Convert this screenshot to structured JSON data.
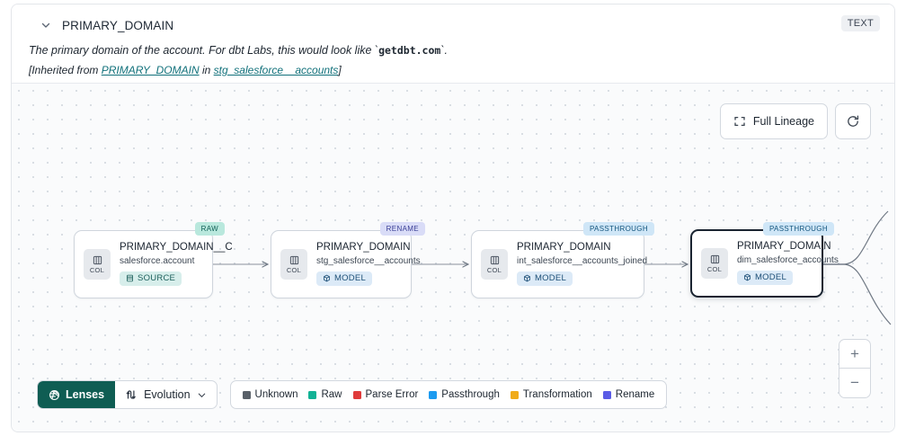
{
  "header": {
    "collapse_icon": "chevron-down-icon",
    "column_name": "PRIMARY_DOMAIN",
    "type_badge": "TEXT",
    "description_pre": "The primary domain of the account. For dbt Labs, this would look like `",
    "description_code": "getdbt.com",
    "description_post": "`.",
    "inherit_prefix": "[Inherited from ",
    "inherit_column_link": "PRIMARY_DOMAIN",
    "inherit_mid": " in ",
    "inherit_model_link": "stg_salesforce__accounts",
    "inherit_suffix": "]"
  },
  "canvas": {
    "controls": {
      "full_lineage_label": "Full Lineage",
      "full_lineage_icon": "expand-corners-icon",
      "refresh_icon": "refresh-icon"
    },
    "zoom": {
      "in_label": "+",
      "out_label": "−"
    },
    "nodes": [
      {
        "tag": "RAW",
        "tag_kind": "raw",
        "chip_label": "COL",
        "chip_icon": "columns-icon",
        "title": "PRIMARY_DOMAIN__C",
        "subtitle": "salesforce.account",
        "pill_label": "SOURCE",
        "pill_kind": "source",
        "pill_icon": "database-icon",
        "selected": false
      },
      {
        "tag": "RENAME",
        "tag_kind": "rename",
        "chip_label": "COL",
        "chip_icon": "columns-icon",
        "title": "PRIMARY_DOMAIN",
        "subtitle": "stg_salesforce__accounts",
        "pill_label": "MODEL",
        "pill_kind": "model",
        "pill_icon": "cube-icon",
        "selected": false
      },
      {
        "tag": "PASSTHROUGH",
        "tag_kind": "passthrough",
        "chip_label": "COL",
        "chip_icon": "columns-icon",
        "title": "PRIMARY_DOMAIN",
        "subtitle": "int_salesforce__accounts_joined",
        "pill_label": "MODEL",
        "pill_kind": "model",
        "pill_icon": "cube-icon",
        "selected": false
      },
      {
        "tag": "PASSTHROUGH",
        "tag_kind": "passthrough",
        "chip_label": "COL",
        "chip_icon": "columns-icon",
        "title": "PRIMARY_DOMAIN",
        "subtitle": "dim_salesforce_accounts",
        "pill_label": "MODEL",
        "pill_kind": "model",
        "pill_icon": "cube-icon",
        "selected": true
      }
    ]
  },
  "bottom": {
    "lenses_label": "Lenses",
    "lenses_icon": "lens-aperture-icon",
    "evolution_label": "Evolution",
    "evolution_icon": "flow-arrows-icon",
    "evolution_caret": "chevron-down-icon",
    "legend": [
      {
        "label": "Unknown",
        "color": "#596068"
      },
      {
        "label": "Raw",
        "color": "#12b295"
      },
      {
        "label": "Parse Error",
        "color": "#e03b3b"
      },
      {
        "label": "Passthrough",
        "color": "#1d9bf0"
      },
      {
        "label": "Transformation",
        "color": "#f0ab1a"
      },
      {
        "label": "Rename",
        "color": "#5b5ce6"
      }
    ]
  }
}
